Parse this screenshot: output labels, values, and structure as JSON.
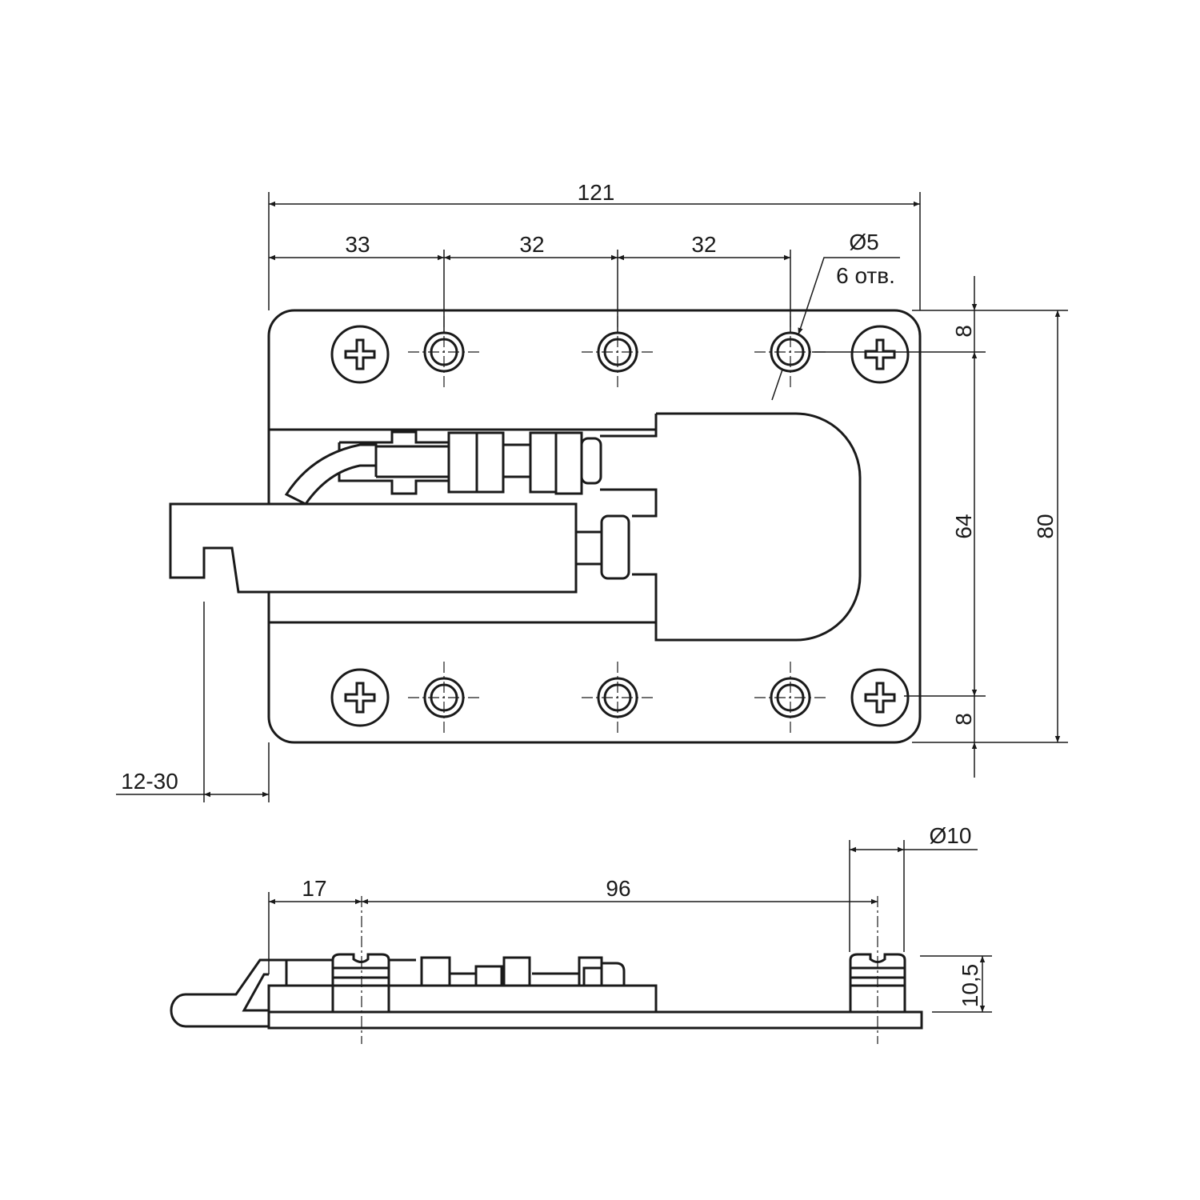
{
  "drawing": {
    "top_view": {
      "overall_width": "121",
      "hole_spacing_1": "33",
      "hole_spacing_2": "32",
      "hole_spacing_3": "32",
      "hole_diameter": "Ø5",
      "hole_count": "6 отв.",
      "edge_offset_top": "8",
      "hole_row_spacing": "64",
      "edge_offset_bottom": "8",
      "overall_height": "80",
      "adjustment_range": "12-30"
    },
    "side_view": {
      "edge_to_dowel": "17",
      "dowel_spacing": "96",
      "dowel_diameter": "Ø10",
      "dowel_height": "10,5"
    }
  }
}
